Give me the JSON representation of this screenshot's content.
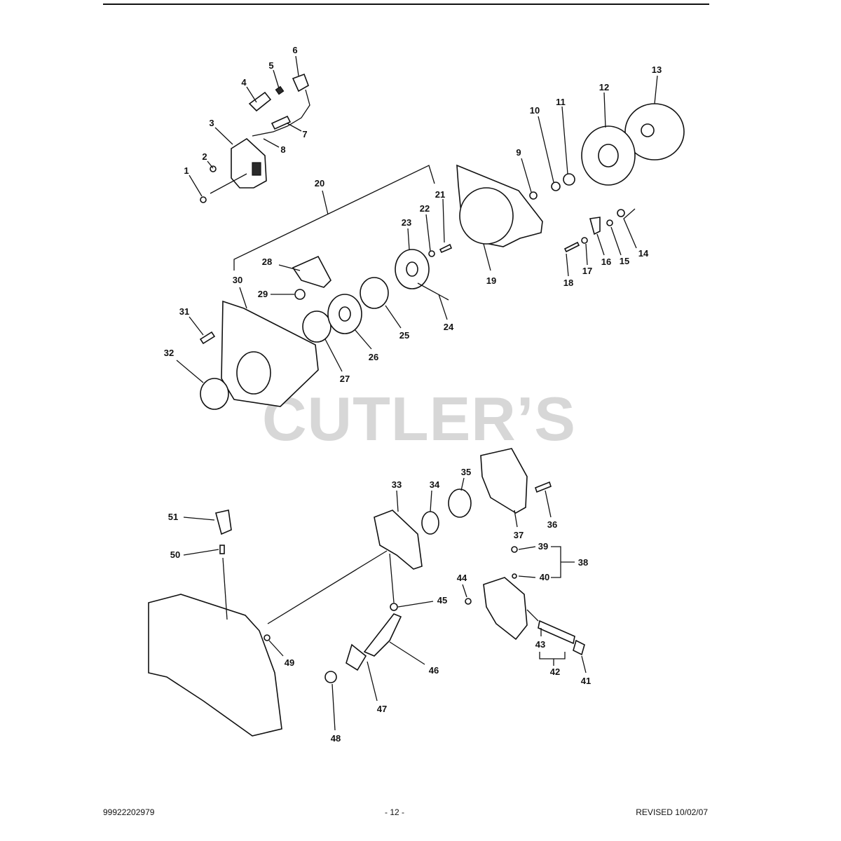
{
  "watermark": "CUTLER’S",
  "footer": {
    "part_number": "99922202979",
    "page_label": "- 12 -",
    "revised": "REVISED 10/02/07"
  },
  "callouts": [
    {
      "n": "1"
    },
    {
      "n": "2"
    },
    {
      "n": "3"
    },
    {
      "n": "4"
    },
    {
      "n": "5"
    },
    {
      "n": "6"
    },
    {
      "n": "7"
    },
    {
      "n": "8"
    },
    {
      "n": "9"
    },
    {
      "n": "10"
    },
    {
      "n": "11"
    },
    {
      "n": "12"
    },
    {
      "n": "13"
    },
    {
      "n": "14"
    },
    {
      "n": "15"
    },
    {
      "n": "16"
    },
    {
      "n": "17"
    },
    {
      "n": "18"
    },
    {
      "n": "19"
    },
    {
      "n": "20"
    },
    {
      "n": "21"
    },
    {
      "n": "22"
    },
    {
      "n": "23"
    },
    {
      "n": "24"
    },
    {
      "n": "25"
    },
    {
      "n": "26"
    },
    {
      "n": "27"
    },
    {
      "n": "28"
    },
    {
      "n": "29"
    },
    {
      "n": "30"
    },
    {
      "n": "31"
    },
    {
      "n": "32"
    },
    {
      "n": "33"
    },
    {
      "n": "34"
    },
    {
      "n": "35"
    },
    {
      "n": "36"
    },
    {
      "n": "37"
    },
    {
      "n": "38"
    },
    {
      "n": "39"
    },
    {
      "n": "40"
    },
    {
      "n": "41"
    },
    {
      "n": "42"
    },
    {
      "n": "43"
    },
    {
      "n": "44"
    },
    {
      "n": "45"
    },
    {
      "n": "46"
    },
    {
      "n": "47"
    },
    {
      "n": "48"
    },
    {
      "n": "49"
    },
    {
      "n": "50"
    },
    {
      "n": "51"
    }
  ]
}
